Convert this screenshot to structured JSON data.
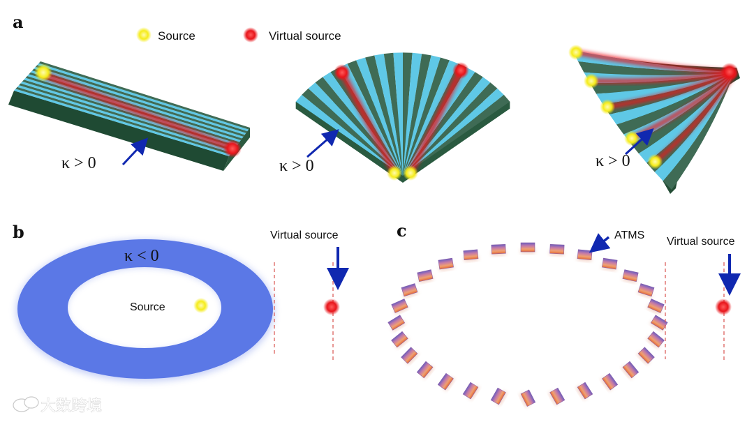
{
  "panels": {
    "a": {
      "label": "a"
    },
    "b": {
      "label": "b"
    },
    "c": {
      "label": "c"
    }
  },
  "legend": {
    "source": "Source",
    "virtual_source": "Virtual source"
  },
  "annotations": {
    "kappa_pos_1": "κ > 0",
    "kappa_pos_2": "κ > 0",
    "kappa_pos_3": "κ > 0",
    "kappa_neg": "κ < 0",
    "b_source": "Source",
    "b_virtual_source": "Virtual source",
    "c_atms": "ATMS",
    "c_virtual_source": "Virtual source"
  },
  "watermark": {
    "text": "大数跨境",
    "icon": "chat-bubble-logo-icon"
  },
  "colors": {
    "cyan_stripe": "#5fc8e6",
    "green_stripe": "#3f6b55",
    "source": "#f5ec1a",
    "virtual_source": "#e8151b",
    "ring": "#5b78e6",
    "arrow": "#1028b0",
    "dashed_line": "#d9534f"
  }
}
